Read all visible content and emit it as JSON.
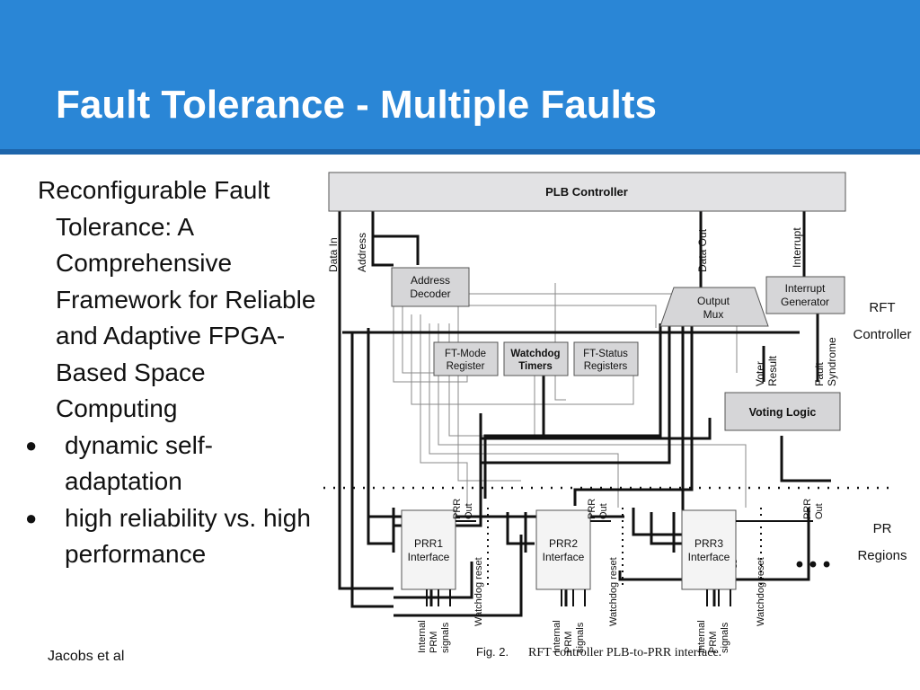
{
  "slide": {
    "title": "Fault Tolerance - Multiple Faults",
    "reference": "Reconfigurable Fault Tolerance: A Comprehensive Framework for Reliable and Adaptive FPGA-Based Space Computing",
    "bullets": [
      "dynamic self-adaptation",
      "high reliability vs. high performance"
    ],
    "citation": "Jacobs et al"
  },
  "diagram": {
    "plb_controller": "PLB Controller",
    "signals": {
      "data_in": "Data In",
      "address": "Address",
      "data_out": "Data Out",
      "interrupt": "Interrupt",
      "voter_result": [
        "Voter",
        "Result"
      ],
      "fault_syndrome": [
        "Fault",
        "Syndrome"
      ]
    },
    "blocks": {
      "address_decoder": [
        "Address",
        "Decoder"
      ],
      "output_mux": [
        "Output",
        "Mux"
      ],
      "interrupt_generator": [
        "Interrupt",
        "Generator"
      ],
      "ft_mode_register": [
        "FT-Mode",
        "Register"
      ],
      "watchdog_timers": [
        "Watchdog",
        "Timers"
      ],
      "ft_status_registers": [
        "FT-Status",
        "Registers"
      ],
      "voting_logic": "Voting Logic"
    },
    "rft_controller_label": [
      "RFT",
      "Controller"
    ],
    "pr_regions_label": [
      "PR",
      "Regions"
    ],
    "prr": [
      {
        "name": "PRR1",
        "iface": "Interface"
      },
      {
        "name": "PRR2",
        "iface": "Interface"
      },
      {
        "name": "PRR3",
        "iface": "Interface"
      }
    ],
    "prr_out": [
      "PRR",
      "Out"
    ],
    "internal_prm_signals": [
      "Internal",
      "PRM",
      "signals"
    ],
    "watchdog_reset": "Watchdog reset",
    "ellipsis": "• • •",
    "caption_fig": "Fig. 2.",
    "caption_text": "RFT controller PLB-to-PRR interface."
  }
}
